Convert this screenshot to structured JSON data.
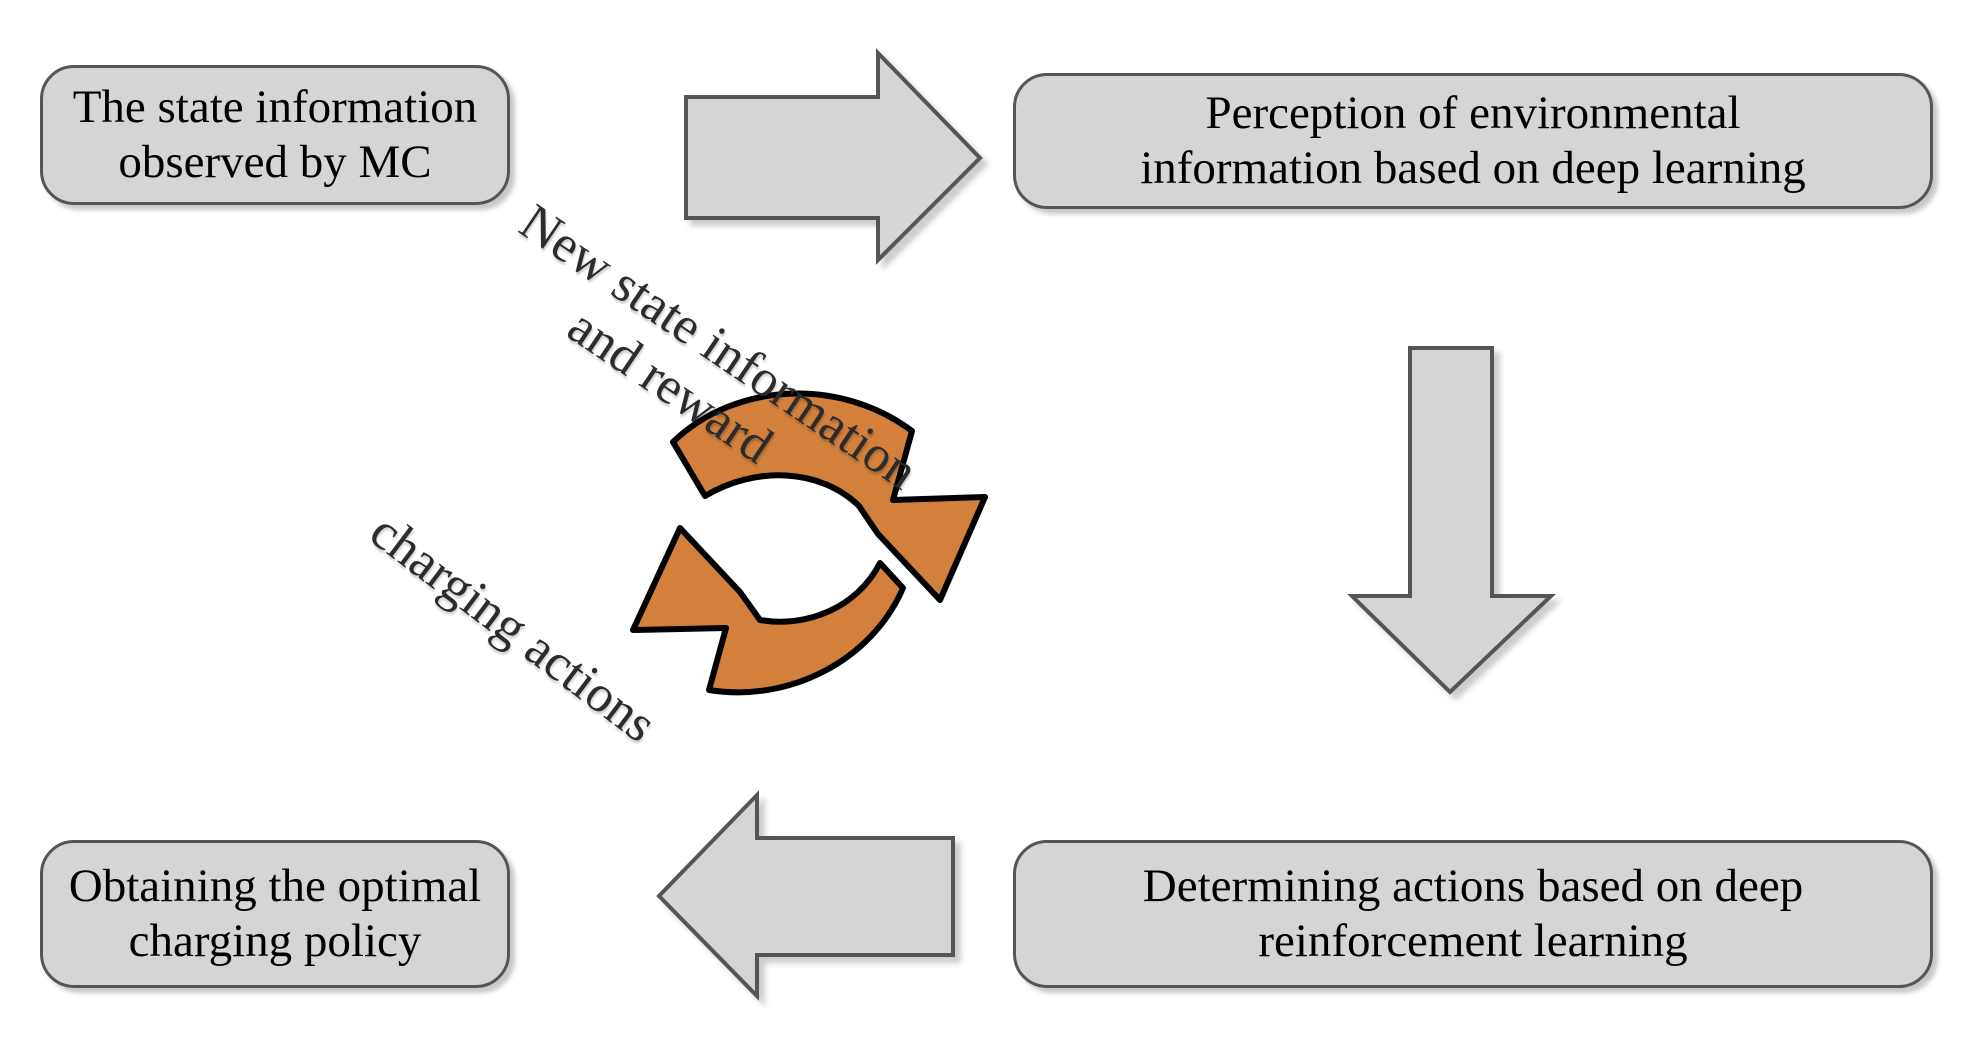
{
  "diagram": {
    "title": "Deep reinforcement learning charging policy loop",
    "colors": {
      "box_fill": "#d5d5d5",
      "box_border": "#555555",
      "arrow_fill": "#d5d5d5",
      "arrow_border": "#555555",
      "cycle_arrow_fill": "#d2803c",
      "cycle_arrow_border": "#000000",
      "text": "#000000",
      "label_text": "#2c2c2c",
      "background": "#ffffff"
    },
    "boxes": [
      {
        "id": "state",
        "text": "The state information\nobserved by MC"
      },
      {
        "id": "perception",
        "text": "Perception of environmental\ninformation based on deep learning"
      },
      {
        "id": "determining",
        "text": "Determining actions based on deep\nreinforcement learning"
      },
      {
        "id": "policy",
        "text": "Obtaining the optimal\ncharging policy"
      }
    ],
    "arrows": [
      {
        "id": "top-right-arrow",
        "direction": "right",
        "from": "state",
        "to": "perception"
      },
      {
        "id": "right-down-arrow",
        "direction": "down",
        "from": "perception",
        "to": "determining"
      },
      {
        "id": "bottom-left-arrow",
        "direction": "left",
        "from": "determining",
        "to": "policy"
      }
    ],
    "cycle_arrows": [
      {
        "id": "cycle-arrow-upper",
        "direction": "clockwise-down-right"
      },
      {
        "id": "cycle-arrow-lower",
        "direction": "counterclockwise-up-left"
      }
    ],
    "labels": {
      "new_state_line1": "New state information",
      "new_state_line2": "and reward",
      "charging_actions": "charging actions"
    }
  }
}
